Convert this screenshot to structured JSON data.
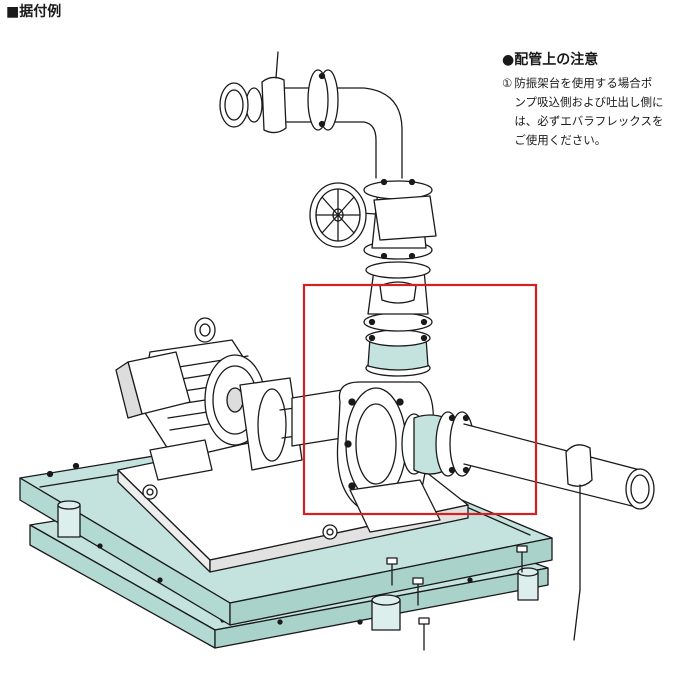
{
  "page": {
    "title": "■据付例"
  },
  "note": {
    "heading": "●配管上の注意",
    "number": "①",
    "text": "防振架台を使用する場合ポ\nンプ吸込側および吐出し側に\nは、必ずエバラフレックスを\nご使用ください。"
  },
  "illustration": {
    "subject": "pump-installation-with-anti-vibration-base",
    "components": [
      "motor",
      "coupling-guard",
      "pump-casing",
      "flexible-joints",
      "gate-valve",
      "suction-pipe",
      "discharge-pipe",
      "vibration-isolation-base",
      "pipe-hangers"
    ]
  },
  "colors": {
    "line": "#1a1a1a",
    "fill": "#ffffff",
    "accent_teal": "#c4e3de",
    "highlight_border": "#d42020"
  }
}
